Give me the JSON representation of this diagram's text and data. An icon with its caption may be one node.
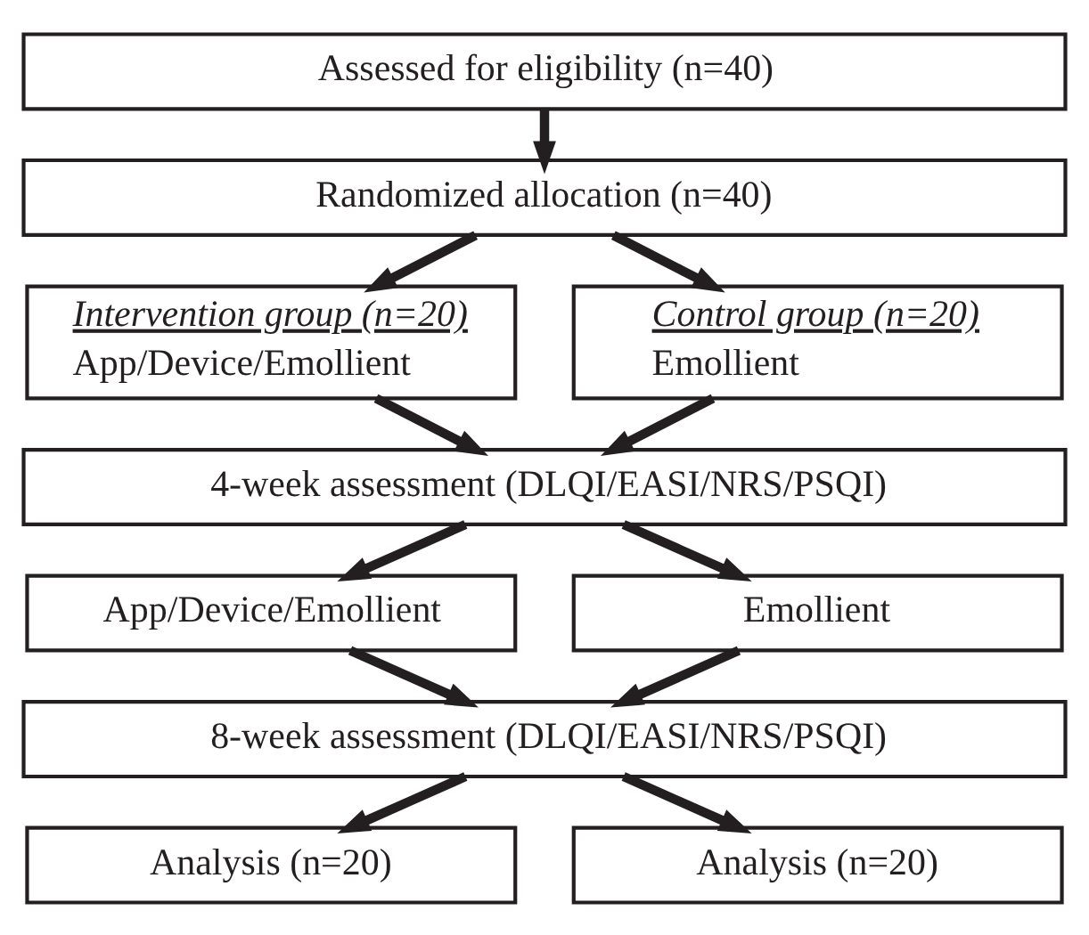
{
  "diagram": {
    "nodes": [
      {
        "text": [
          "Assessed for eligibility (n=40)"
        ]
      },
      {
        "text": [
          "Randomized allocation (n=40)"
        ]
      },
      {
        "text": [
          "Intervention group (n=20)",
          "App/Device/Emollient"
        ]
      },
      {
        "text": [
          "Control group (n=20)",
          "Emollient"
        ]
      },
      {
        "text": [
          "4-week assessment (DLQI/EASI/NRS/PSQI)"
        ]
      },
      {
        "text": [
          "App/Device/Emollient"
        ]
      },
      {
        "text": [
          "Emollient"
        ]
      },
      {
        "text": [
          "8-week assessment (DLQI/EASI/NRS/PSQI)"
        ]
      },
      {
        "text": [
          "Analysis (n=20)"
        ]
      },
      {
        "text": [
          "Analysis (n=20)"
        ]
      }
    ],
    "edges": [
      {
        "from": 0,
        "to": 1,
        "arrow": "to"
      },
      {
        "from": 1,
        "to": 2,
        "arrow": "to"
      },
      {
        "from": 1,
        "to": 3,
        "arrow": "to"
      },
      {
        "from": 2,
        "to": 4,
        "arrow": "to"
      },
      {
        "from": 3,
        "to": 4,
        "arrow": "to"
      },
      {
        "from": 4,
        "to": 5,
        "arrow": "to"
      },
      {
        "from": 4,
        "to": 6,
        "arrow": "to"
      },
      {
        "from": 5,
        "to": 7,
        "arrow": "to"
      },
      {
        "from": 6,
        "to": 7,
        "arrow": "to"
      },
      {
        "from": 7,
        "to": 8,
        "arrow": "to"
      },
      {
        "from": 7,
        "to": 9,
        "arrow": "to"
      }
    ]
  }
}
